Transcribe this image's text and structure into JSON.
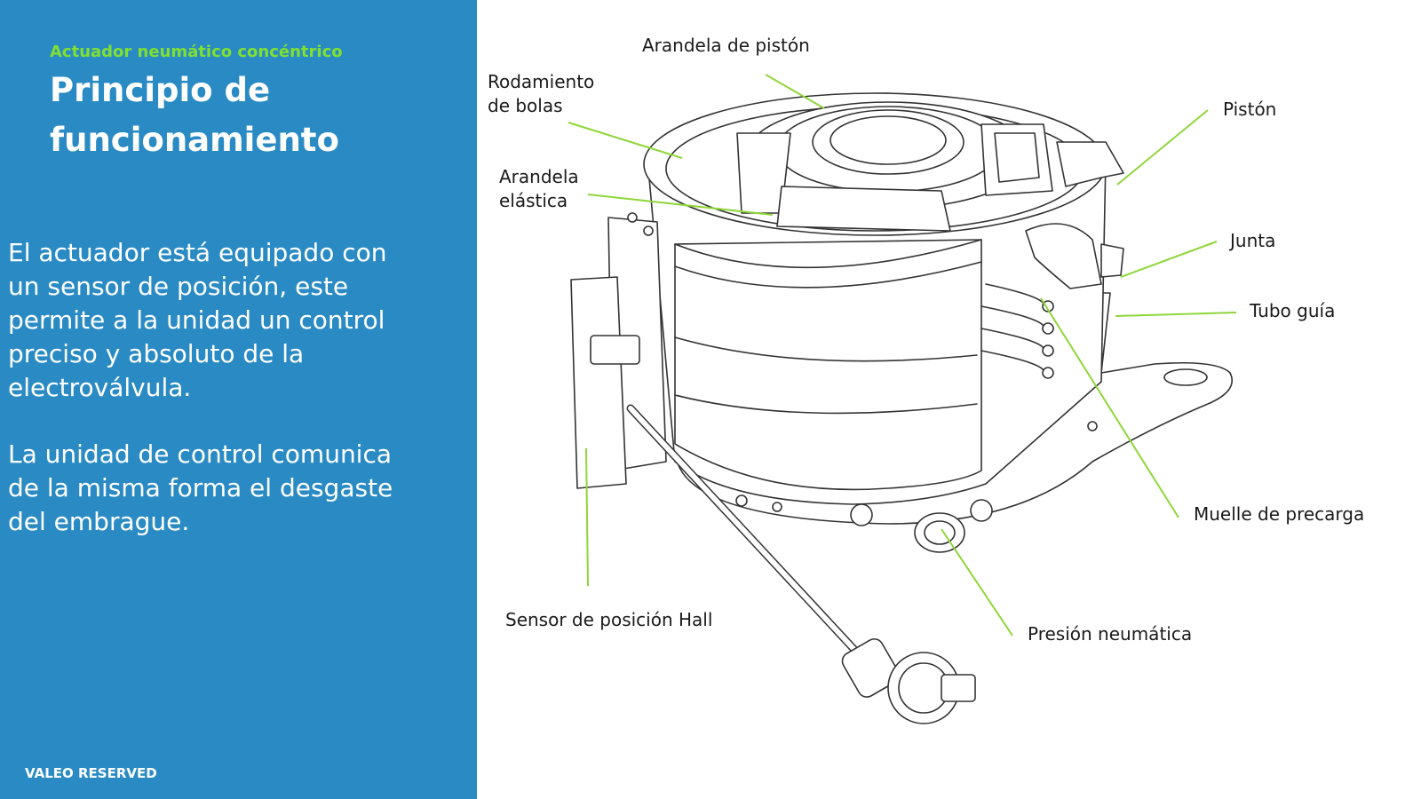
{
  "sidebar": {
    "kicker": "Actuador neumático concéntrico",
    "title": "Principio de funcionamiento",
    "paragraph1": "El actuador está equipado con\nun sensor de posición, este\npermite a la unidad  un control\npreciso y absoluto de la\nelectroválvula.",
    "paragraph2": "La unidad de control comunica\nde la misma forma el desgaste\ndel embrague.",
    "footer": "VALEO RESERVED"
  },
  "colors": {
    "panel": "#2a8bc4",
    "accent": "#7fe032",
    "leader": "#8fd63a"
  },
  "labels": {
    "arandela_piston": "Arandela de pistón",
    "rodamiento": "Rodamiento\nde bolas",
    "piston": "Pistón",
    "arandela_elastica": "Arandela\nelástica",
    "junta": "Junta",
    "tubo_guia": "Tubo guía",
    "muelle": "Muelle de precarga",
    "sensor": "Sensor de posición Hall",
    "presion": "Presión neumática"
  }
}
